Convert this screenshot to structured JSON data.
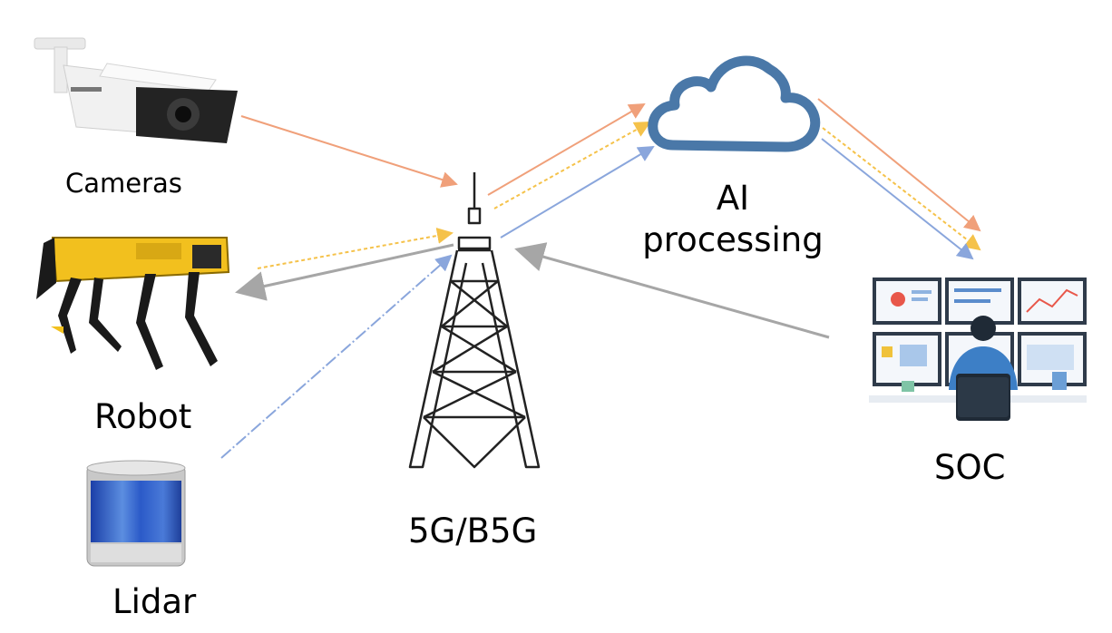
{
  "nodes": {
    "cameras": "Cameras",
    "robot": "Robot",
    "lidar": "Lidar",
    "tower": "5G/B5G",
    "ai_line1": "AI",
    "ai_line2": "processing",
    "soc": "SOC"
  },
  "icons": {
    "cameras": "security-camera-icon",
    "robot": "quadruped-robot-icon",
    "lidar": "lidar-sensor-icon",
    "tower": "cell-tower-icon",
    "ai": "cloud-icon",
    "soc": "operator-monitors-icon"
  },
  "colors": {
    "video_flow": "#f0a07a",
    "robot_flow": "#f5c24a",
    "lidar_flow": "#8aa6dc",
    "control_flow": "#a6a6a6",
    "cloud": "#4a78a8",
    "robot_body": "#f2c01e"
  }
}
